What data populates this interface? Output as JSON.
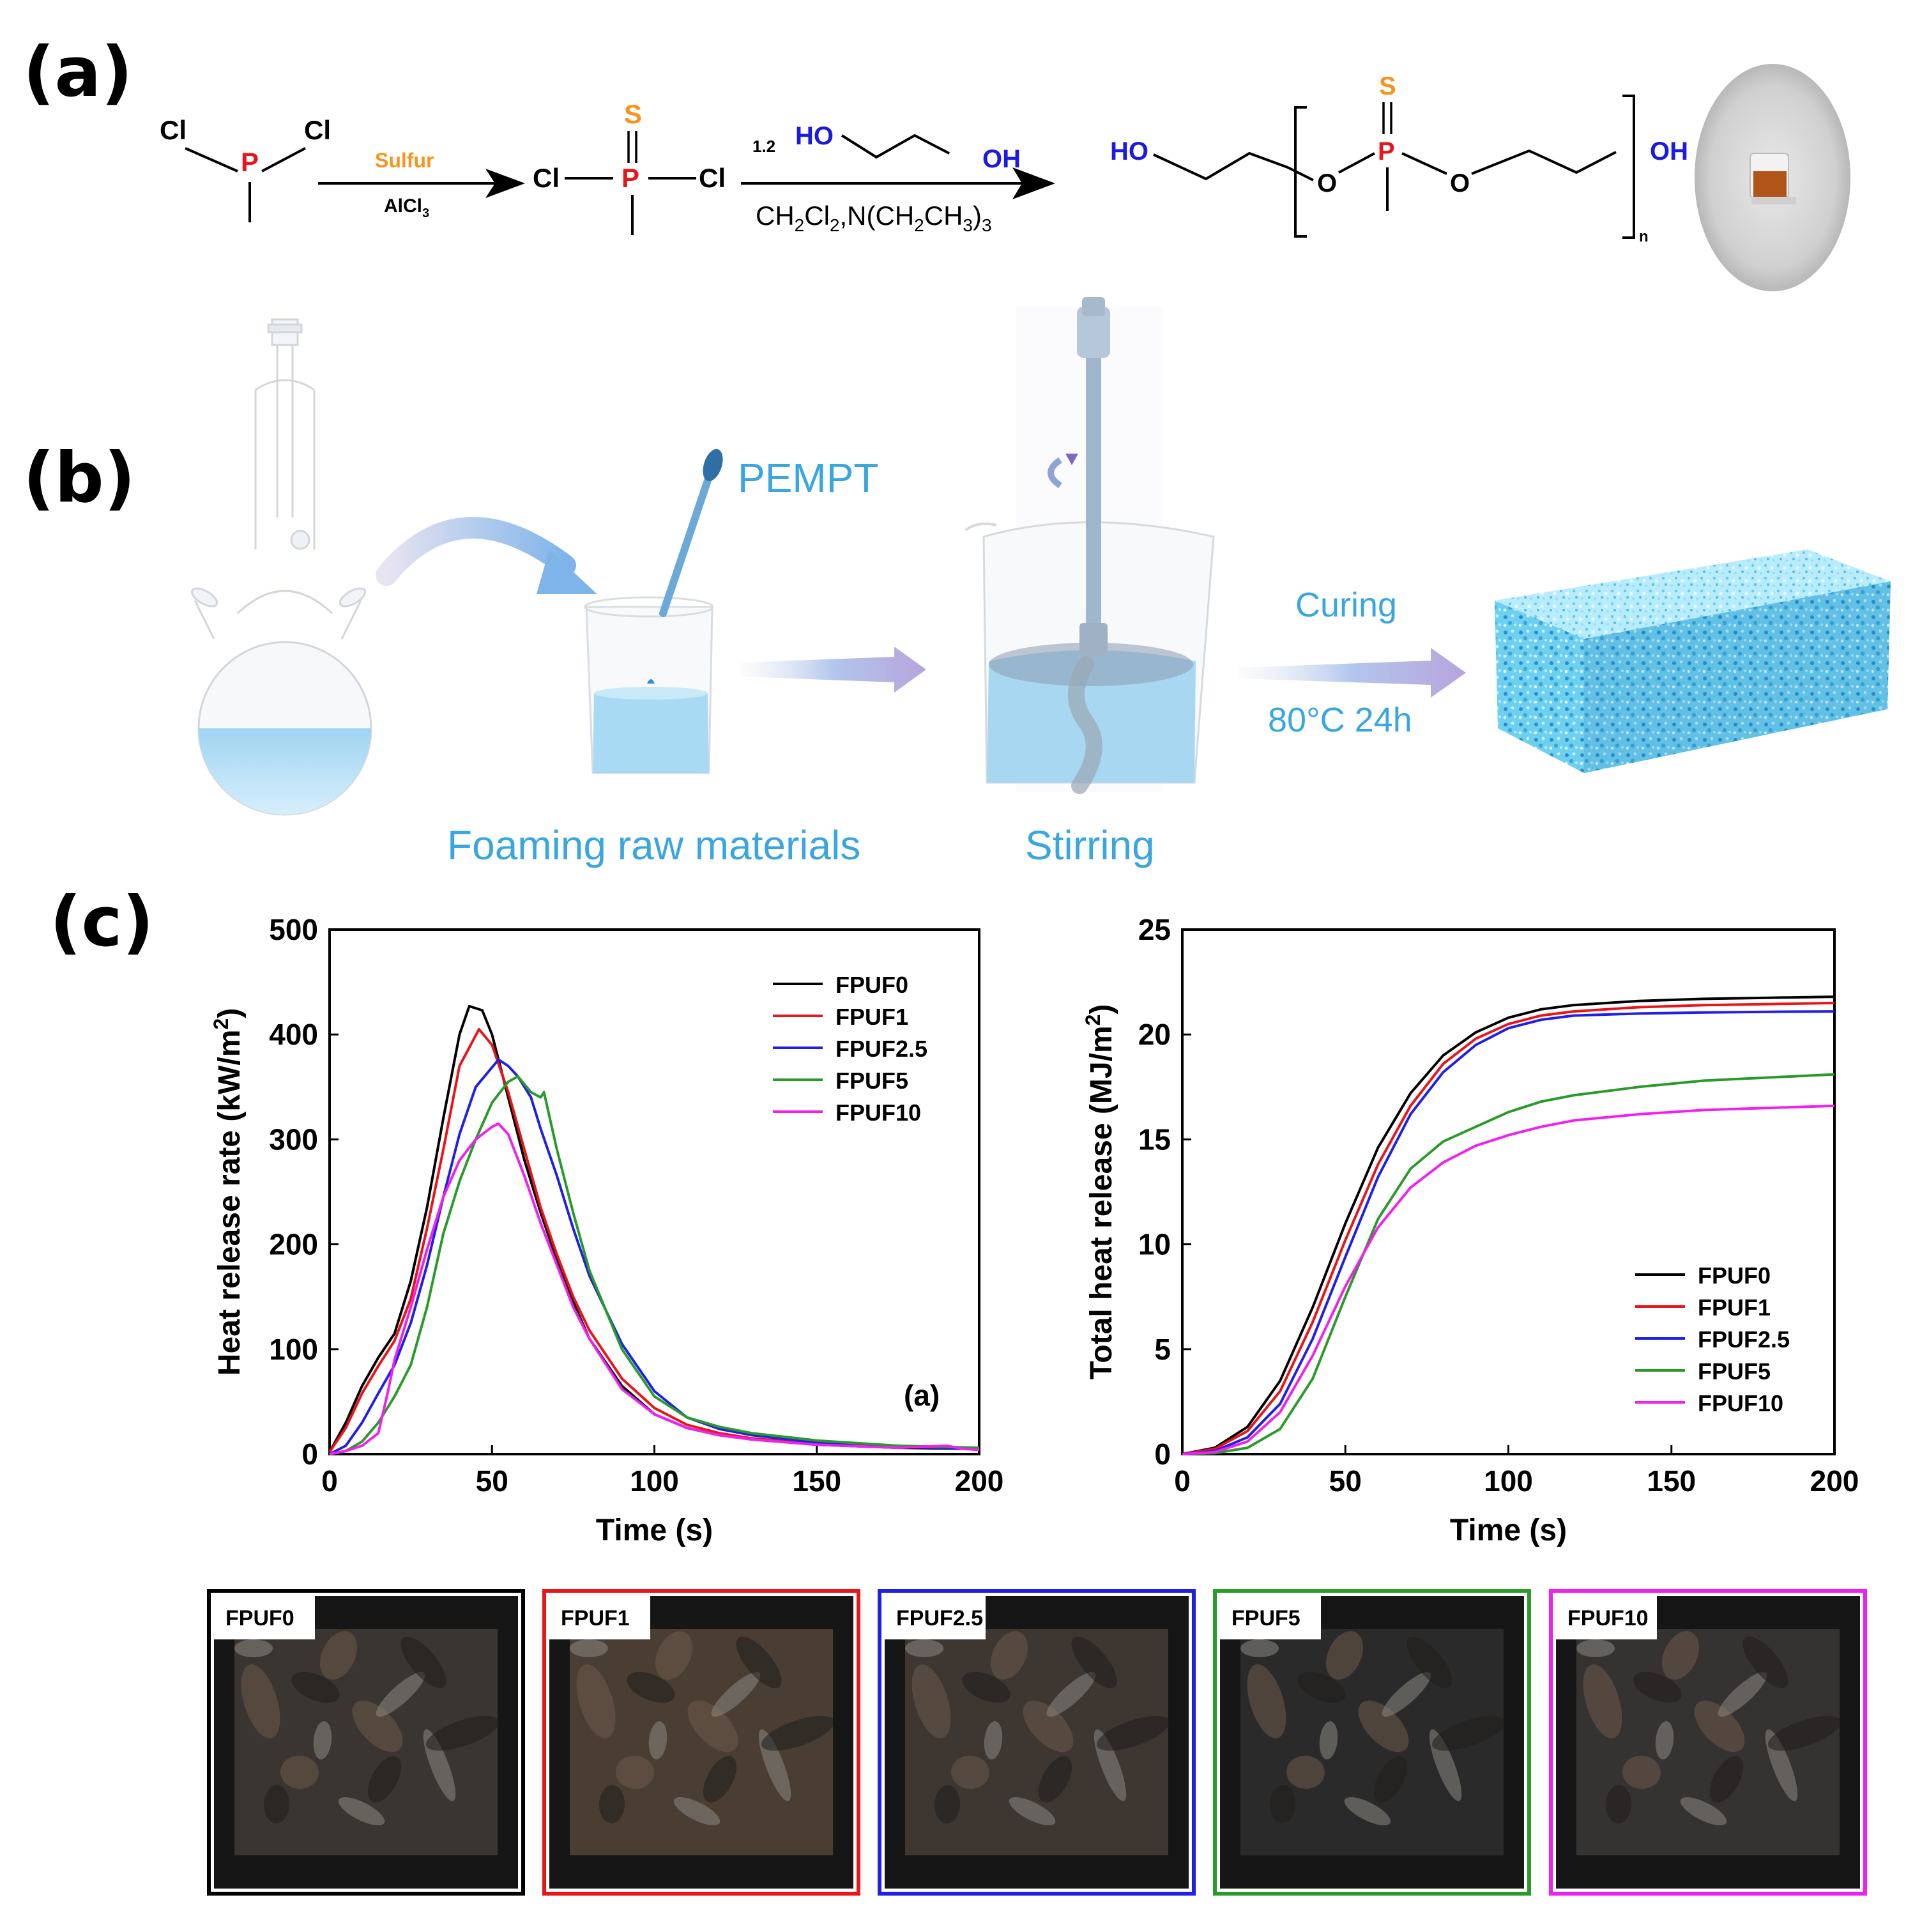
{
  "panel_labels": {
    "a": "(a)",
    "b": "(b)",
    "c": "(c)"
  },
  "panel_a": {
    "reactant_atoms": {
      "cl_left": "Cl",
      "p": "P",
      "cl_right": "Cl"
    },
    "step1_reagent": "Sulfur",
    "step1_catalyst": "AlCl",
    "step1_catalyst_sub": "3",
    "intermediate_atoms": {
      "s": "S",
      "cl_left": "Cl",
      "p": "P",
      "cl_right": "Cl"
    },
    "step2_equiv": "1.2",
    "step2_diol_ho": "HO",
    "step2_diol_oh": "OH",
    "step2_conditions": {
      "a": "CH",
      "a_sub": "2",
      "b": "Cl",
      "b_sub": "2",
      "c": ",N(CH",
      "c_sub": "2",
      "d": "CH",
      "d_sub": "3",
      "e": ")",
      "e_sub": "3"
    },
    "product_atoms": {
      "ho": "HO",
      "o_left": "O",
      "s": "S",
      "p": "P",
      "o_right": "O",
      "oh": "OH",
      "n": "n"
    },
    "colors": {
      "p": "#e8151a",
      "s": "#f7941d",
      "hydroxyl": "#1a1ae0",
      "sulfur_text": "#f7941d"
    }
  },
  "panel_b": {
    "pempt_label": "PEMPT",
    "foaming_label": "Foaming raw materials",
    "stirring_label": "Stirring",
    "curing_label": "Curing",
    "curing_conditions": "80°C 24h",
    "label_color": "#3aa6e0"
  },
  "chart_data": [
    {
      "type": "line",
      "title": "",
      "xlabel": "Time (s)",
      "ylabel_main": "Heat release rate (kW/m",
      "ylabel_sup": "2",
      "ylabel_tail": ")",
      "xlim": [
        0,
        200
      ],
      "ylim": [
        0,
        500
      ],
      "xticks": [
        0,
        50,
        100,
        150,
        200
      ],
      "yticks": [
        0,
        100,
        200,
        300,
        400,
        500
      ],
      "annotation": "(a)",
      "legend_position": "top-right",
      "series": [
        {
          "name": "FPUF0",
          "color": "#000000",
          "x": [
            0,
            5,
            10,
            15,
            20,
            25,
            30,
            35,
            40,
            43,
            47,
            50,
            55,
            60,
            65,
            70,
            75,
            80,
            90,
            100,
            110,
            120,
            130,
            150,
            175,
            200
          ],
          "y": [
            2,
            30,
            65,
            92,
            115,
            165,
            235,
            320,
            400,
            427,
            423,
            400,
            340,
            280,
            230,
            185,
            145,
            110,
            65,
            38,
            25,
            18,
            14,
            9,
            6,
            5
          ]
        },
        {
          "name": "FPUF1",
          "color": "#e8151a",
          "x": [
            0,
            5,
            10,
            15,
            20,
            25,
            30,
            35,
            40,
            46,
            50,
            55,
            60,
            65,
            70,
            75,
            80,
            90,
            100,
            110,
            120,
            130,
            150,
            175,
            200
          ],
          "y": [
            2,
            25,
            58,
            84,
            108,
            148,
            215,
            290,
            370,
            405,
            390,
            345,
            290,
            235,
            190,
            150,
            118,
            72,
            44,
            28,
            20,
            15,
            10,
            7,
            5
          ]
        },
        {
          "name": "FPUF2.5",
          "color": "#1f1fe6",
          "x": [
            0,
            5,
            10,
            15,
            20,
            25,
            30,
            35,
            40,
            45,
            52,
            55,
            58,
            62,
            65,
            70,
            75,
            80,
            90,
            100,
            110,
            120,
            130,
            150,
            175,
            200
          ],
          "y": [
            0,
            8,
            30,
            58,
            85,
            125,
            180,
            245,
            305,
            350,
            376,
            370,
            360,
            340,
            310,
            265,
            215,
            170,
            105,
            60,
            35,
            24,
            18,
            11,
            7,
            5
          ]
        },
        {
          "name": "FPUF5",
          "color": "#2a9a2a",
          "x": [
            0,
            5,
            10,
            15,
            20,
            25,
            30,
            35,
            40,
            45,
            50,
            55,
            58,
            62,
            65,
            66,
            70,
            75,
            80,
            90,
            100,
            110,
            120,
            130,
            150,
            175,
            200
          ],
          "y": [
            0,
            3,
            12,
            30,
            55,
            85,
            140,
            210,
            260,
            300,
            335,
            355,
            360,
            345,
            340,
            345,
            290,
            230,
            175,
            100,
            55,
            35,
            26,
            20,
            13,
            8,
            6
          ]
        },
        {
          "name": "FPUF10",
          "color": "#f020f0",
          "x": [
            0,
            5,
            10,
            15,
            18,
            20,
            25,
            30,
            35,
            40,
            45,
            50,
            52,
            55,
            60,
            65,
            70,
            75,
            80,
            90,
            100,
            110,
            120,
            130,
            150,
            175,
            190,
            195,
            200
          ],
          "y": [
            0,
            3,
            8,
            20,
            60,
            90,
            140,
            195,
            245,
            280,
            300,
            312,
            315,
            305,
            265,
            220,
            180,
            140,
            110,
            62,
            38,
            25,
            18,
            14,
            9,
            6,
            8,
            5,
            4
          ]
        }
      ]
    },
    {
      "type": "line",
      "title": "",
      "xlabel": "Time (s)",
      "ylabel_main": "Total heat release (MJ/m",
      "ylabel_sup": "2",
      "ylabel_tail": ")",
      "xlim": [
        0,
        200
      ],
      "ylim": [
        0,
        25
      ],
      "xticks": [
        0,
        50,
        100,
        150,
        200
      ],
      "yticks": [
        0,
        5,
        10,
        15,
        20,
        25
      ],
      "legend_position": "lower-right",
      "series": [
        {
          "name": "FPUF0",
          "color": "#000000",
          "x": [
            0,
            10,
            20,
            30,
            40,
            50,
            60,
            70,
            80,
            90,
            100,
            110,
            120,
            140,
            160,
            180,
            200
          ],
          "y": [
            0,
            0.3,
            1.3,
            3.5,
            7.0,
            11.0,
            14.6,
            17.2,
            19.0,
            20.1,
            20.8,
            21.2,
            21.4,
            21.6,
            21.7,
            21.75,
            21.8
          ]
        },
        {
          "name": "FPUF1",
          "color": "#e8151a",
          "x": [
            0,
            10,
            20,
            30,
            40,
            50,
            60,
            70,
            80,
            90,
            100,
            110,
            120,
            140,
            160,
            180,
            200
          ],
          "y": [
            0,
            0.25,
            1.1,
            3.0,
            6.3,
            10.2,
            13.8,
            16.6,
            18.6,
            19.8,
            20.5,
            20.9,
            21.1,
            21.3,
            21.4,
            21.45,
            21.5
          ]
        },
        {
          "name": "FPUF2.5",
          "color": "#1f1fe6",
          "x": [
            0,
            10,
            20,
            30,
            40,
            50,
            60,
            70,
            80,
            90,
            100,
            110,
            120,
            140,
            160,
            180,
            200
          ],
          "y": [
            0,
            0.15,
            0.8,
            2.4,
            5.5,
            9.4,
            13.2,
            16.2,
            18.2,
            19.5,
            20.3,
            20.7,
            20.9,
            21.0,
            21.05,
            21.08,
            21.1
          ]
        },
        {
          "name": "FPUF5",
          "color": "#2a9a2a",
          "x": [
            0,
            10,
            20,
            30,
            40,
            50,
            60,
            70,
            80,
            90,
            100,
            110,
            120,
            140,
            160,
            180,
            200
          ],
          "y": [
            0,
            0.05,
            0.3,
            1.2,
            3.6,
            7.5,
            11.2,
            13.6,
            14.9,
            15.6,
            16.3,
            16.8,
            17.1,
            17.5,
            17.8,
            17.95,
            18.1
          ]
        },
        {
          "name": "FPUF10",
          "color": "#f020f0",
          "x": [
            0,
            10,
            20,
            30,
            40,
            50,
            60,
            70,
            80,
            90,
            100,
            110,
            120,
            140,
            160,
            180,
            200
          ],
          "y": [
            0,
            0.1,
            0.6,
            2.0,
            4.7,
            8.0,
            10.8,
            12.7,
            13.9,
            14.7,
            15.2,
            15.6,
            15.9,
            16.2,
            16.4,
            16.5,
            16.6
          ]
        }
      ]
    }
  ],
  "residue_photos": [
    {
      "label": "FPUF0",
      "border": "#000000",
      "tone": "#3a3530"
    },
    {
      "label": "FPUF1",
      "border": "#e8151a",
      "tone": "#4a3e33"
    },
    {
      "label": "FPUF2.5",
      "border": "#1f1fe6",
      "tone": "#3d3631"
    },
    {
      "label": "FPUF5",
      "border": "#2a9a2a",
      "tone": "#2a2a2a"
    },
    {
      "label": "FPUF10",
      "border": "#f020f0",
      "tone": "#353232"
    }
  ]
}
